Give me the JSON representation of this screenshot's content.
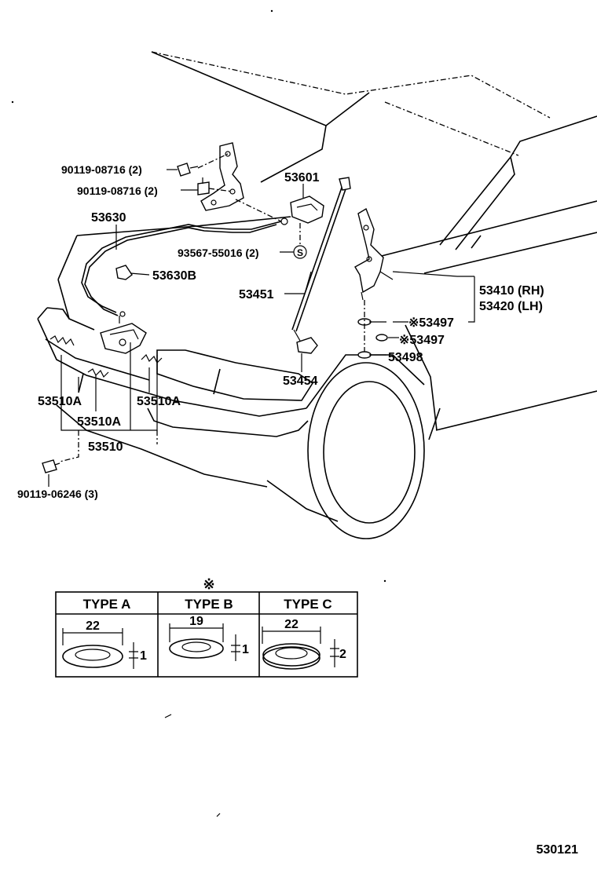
{
  "callouts": {
    "bolt_upper": "90119-08716 (2)",
    "bolt_lower": "90119-08716 (2)",
    "cable": "53630",
    "clamp": "53630B",
    "support_hook": "53601",
    "clip": "93567-55016 (2)",
    "clip_mark": "S",
    "stay_rod": "53451",
    "stay_holder": "53454",
    "hinge_rh": "53410 (RH)",
    "hinge_lh": "53420 (LH)",
    "washer_1": "※53497",
    "washer_2": "※53497",
    "washer_3": "53498",
    "spring_left": "53510A",
    "spring_right": "53510A",
    "spring_center": "53510A",
    "lock_assy": "53510",
    "lock_bolt": "90119-06246 (3)"
  },
  "washer_table": {
    "marker": "※",
    "columns": [
      {
        "type": "TYPE A",
        "diameter": "22",
        "thickness": "1"
      },
      {
        "type": "TYPE B",
        "diameter": "19",
        "thickness": "1"
      },
      {
        "type": "TYPE C",
        "diameter": "22",
        "thickness": "2"
      }
    ]
  },
  "figure_number": "530121"
}
